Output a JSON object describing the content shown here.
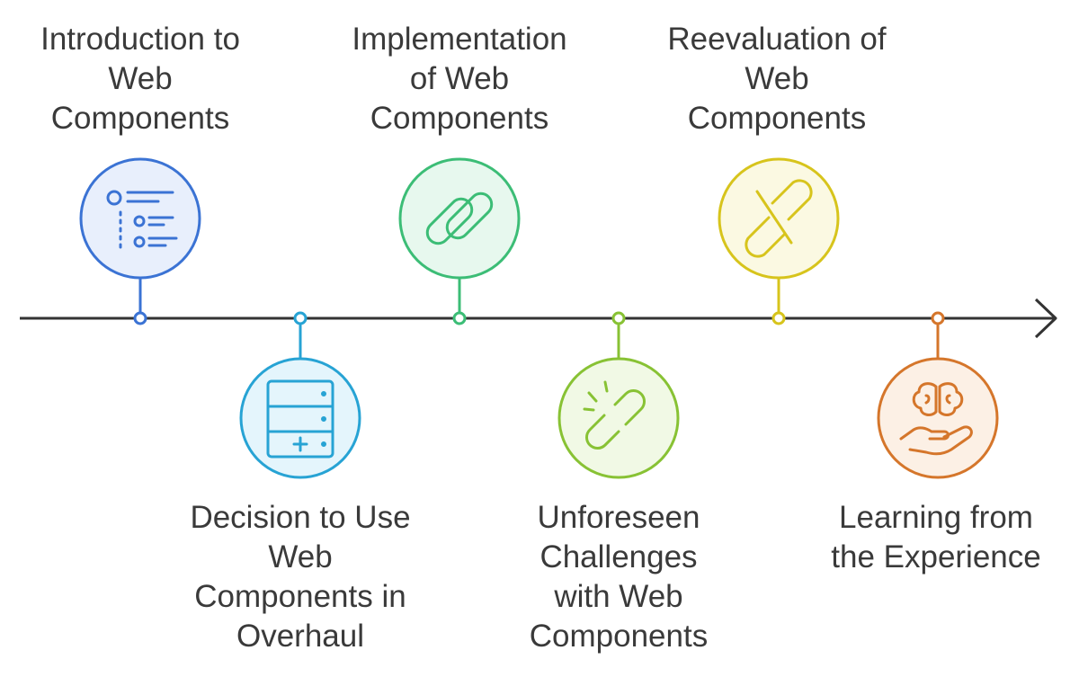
{
  "colors": {
    "axis": "#333333",
    "step1": "#3b73d4",
    "step2": "#27a3d4",
    "step3": "#3cbd76",
    "step4": "#88c234",
    "step5": "#d7c41c",
    "step6": "#d5762b"
  },
  "steps": [
    {
      "lines": [
        "Introduction to",
        "Web",
        "Components"
      ],
      "icon": "list-icon",
      "color": "#3b73d4",
      "fill": "#e8effc"
    },
    {
      "lines": [
        "Decision to Use",
        "Web",
        "Components in",
        "Overhaul"
      ],
      "icon": "server-add-icon",
      "color": "#27a3d4",
      "fill": "#e4f5fc"
    },
    {
      "lines": [
        "Implementation",
        "of Web",
        "Components"
      ],
      "icon": "link-icon",
      "color": "#3cbd76",
      "fill": "#e7f8ee"
    },
    {
      "lines": [
        "Unforeseen",
        "Challenges",
        "with Web",
        "Components"
      ],
      "icon": "broken-link-icon",
      "color": "#88c234",
      "fill": "#f1f9e5"
    },
    {
      "lines": [
        "Reevaluation of",
        "Web",
        "Components"
      ],
      "icon": "unlink-icon",
      "color": "#d7c41c",
      "fill": "#fbf9e2"
    },
    {
      "lines": [
        "Learning from",
        "the Experience"
      ],
      "icon": "brain-hand-icon",
      "color": "#d5762b",
      "fill": "#fcf0e5"
    }
  ]
}
